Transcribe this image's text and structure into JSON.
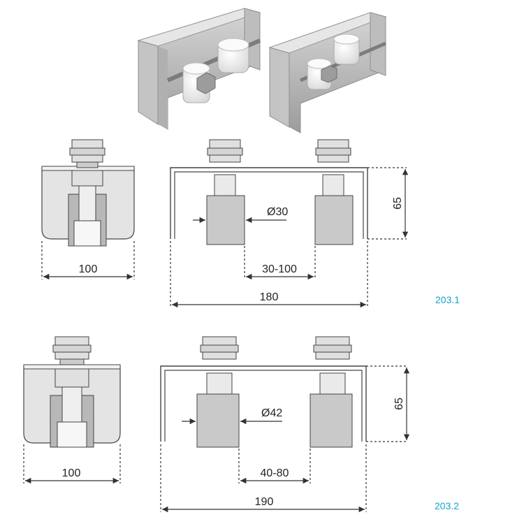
{
  "colors": {
    "accent": "#1aa3c8",
    "steel": "#c9c9c9",
    "steel_dark": "#9a9a9a",
    "line": "#333333",
    "roller_white": "#f4f4f4"
  },
  "models": [
    {
      "code": "203.1",
      "width_label": "100",
      "span_label": "180",
      "height_label": "65",
      "roller_diameter_label": "Ø30",
      "gap_label": "30-100"
    },
    {
      "code": "203.2",
      "width_label": "100",
      "span_label": "190",
      "height_label": "65",
      "roller_diameter_label": "Ø42",
      "gap_label": "40-80"
    }
  ]
}
